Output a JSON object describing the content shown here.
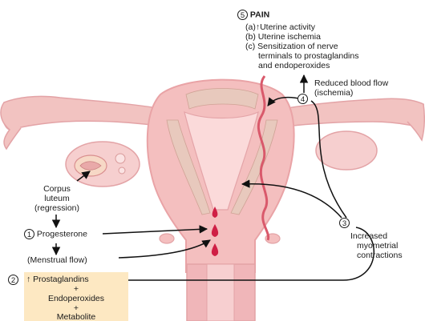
{
  "labels": {
    "pain": {
      "number": "5",
      "title": "PAIN",
      "items": [
        "(a)↑Uterine activity",
        "(b) Uterine ischemia",
        "(c) Sensitization of nerve",
        "terminals to prostaglandins",
        "and endoperoxides"
      ]
    },
    "reduced_blood_flow": {
      "number": "4",
      "lines": [
        "Reduced blood flow",
        "(ischemia)"
      ]
    },
    "corpus_luteum": [
      "Corpus",
      "luteum",
      "(regression)"
    ],
    "progesterone": {
      "number": "1",
      "text": "Progesterone"
    },
    "menstrual_flow": "(Menstrual flow)",
    "myometrial": {
      "number": "3",
      "lines": [
        "Increased",
        "myometrial",
        "contractions"
      ]
    },
    "prostaglandins": {
      "number": "2",
      "lines": [
        "↑ Prostaglandins",
        "+",
        "Endoperoxides",
        "+",
        "Metabolite"
      ]
    }
  },
  "colors": {
    "uterus_fill": "#f4bfbf",
    "uterus_outline": "#e9a3a6",
    "tube_fill": "#f2c3c1",
    "myometrium": "#e8c9bd",
    "vessel": "#d9596b",
    "blood_drop": "#cf1f45",
    "arrow": "#111111",
    "label_box": "#fde8c2"
  }
}
